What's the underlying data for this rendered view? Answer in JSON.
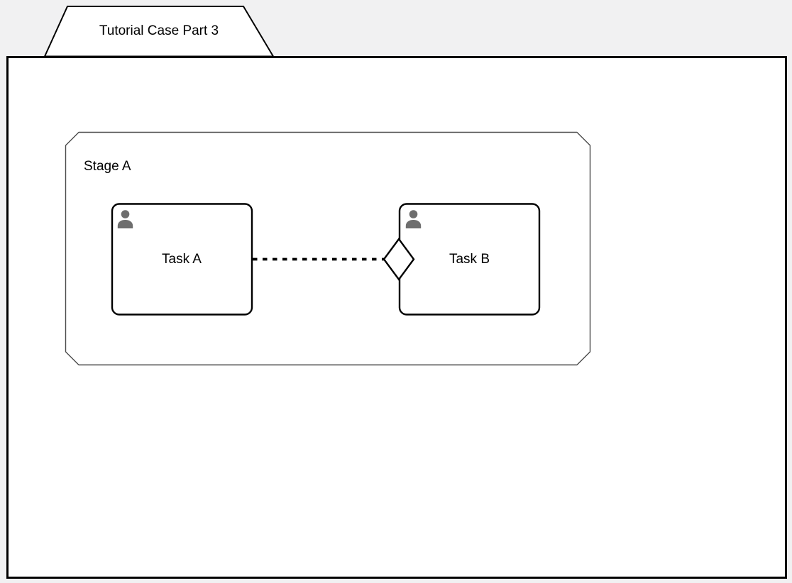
{
  "case_plan": {
    "title": "Tutorial Case Part 3"
  },
  "stage": {
    "label": "Stage A",
    "tasks": [
      {
        "label": "Task A",
        "type": "human-task",
        "icon": "person-icon"
      },
      {
        "label": "Task B",
        "type": "human-task",
        "icon": "person-icon",
        "entry_criterion": "diamond-sentry"
      }
    ],
    "connector": {
      "style": "dashed",
      "from": "Task A",
      "to": "Task B entry criterion"
    }
  },
  "colors": {
    "page_background": "#f1f1f2",
    "shape_fill": "#ffffff",
    "outline": "#000000",
    "stage_outline": "#4a4a4a",
    "person_icon": "#6e6e6e",
    "text": "#000000"
  }
}
